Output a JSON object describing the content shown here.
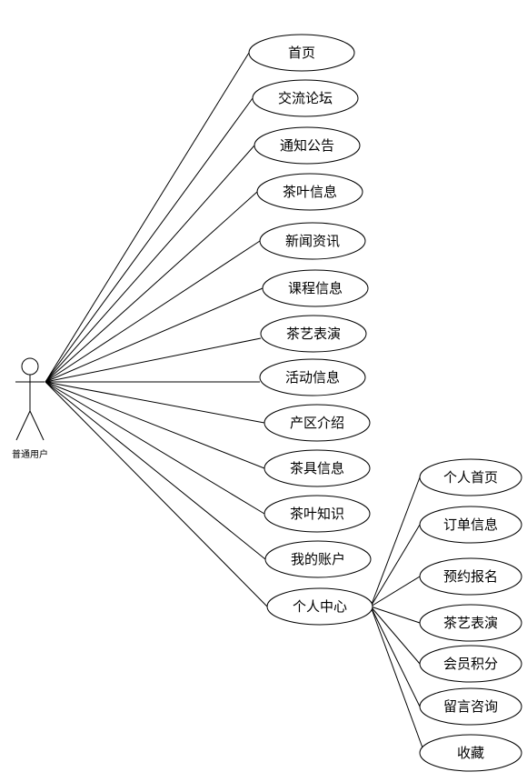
{
  "actor": {
    "label": "普通用户"
  },
  "use_cases": [
    {
      "id": "home",
      "label": "首页"
    },
    {
      "id": "forum",
      "label": "交流论坛"
    },
    {
      "id": "notice",
      "label": "通知公告"
    },
    {
      "id": "tea-info",
      "label": "茶叶信息"
    },
    {
      "id": "news",
      "label": "新闻资讯"
    },
    {
      "id": "course",
      "label": "课程信息"
    },
    {
      "id": "tea-performance",
      "label": "茶艺表演"
    },
    {
      "id": "activity",
      "label": "活动信息"
    },
    {
      "id": "origin",
      "label": "产区介绍"
    },
    {
      "id": "teaware",
      "label": "茶具信息"
    },
    {
      "id": "tea-knowledge",
      "label": "茶叶知识"
    },
    {
      "id": "my-account",
      "label": "我的账户"
    },
    {
      "id": "personal-center",
      "label": "个人中心"
    }
  ],
  "sub_use_cases": [
    {
      "id": "personal-home",
      "label": "个人首页"
    },
    {
      "id": "order-info",
      "label": "订单信息"
    },
    {
      "id": "reservation",
      "label": "预约报名"
    },
    {
      "id": "sub-tea-performance",
      "label": "茶艺表演"
    },
    {
      "id": "member-points",
      "label": "会员积分"
    },
    {
      "id": "message",
      "label": "留言咨询"
    },
    {
      "id": "favorites",
      "label": "收藏"
    }
  ],
  "colors": {
    "line": "#000000",
    "background": "#ffffff"
  }
}
